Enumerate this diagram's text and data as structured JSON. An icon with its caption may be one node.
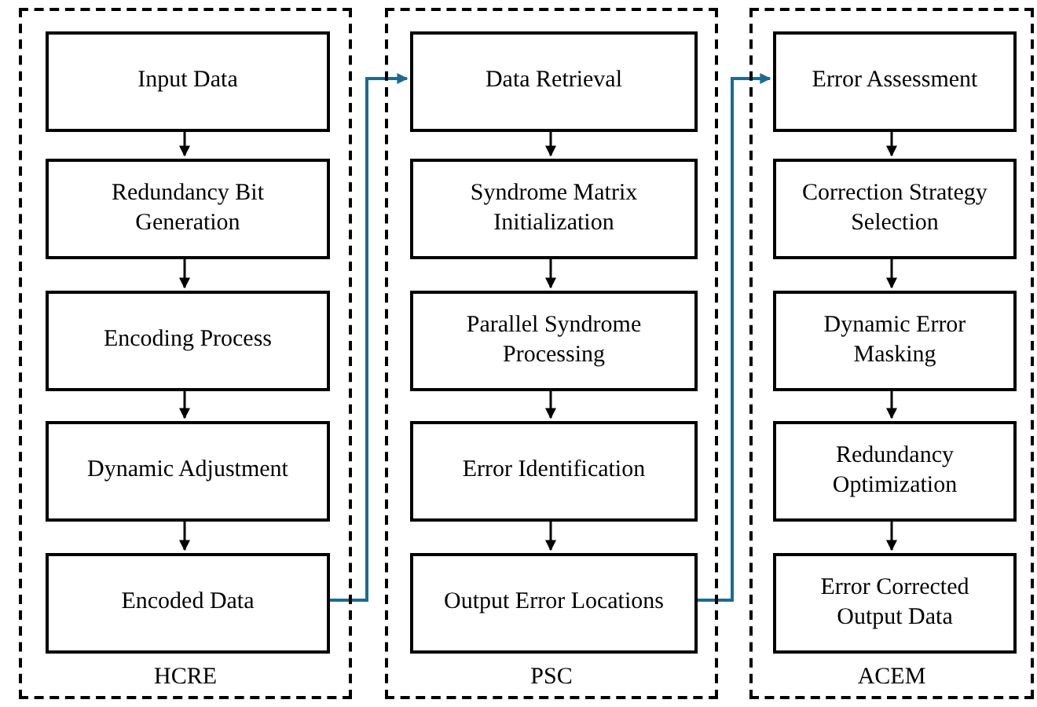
{
  "diagram": {
    "nodes": [
      {
        "text": [
          "HCRE"
        ]
      },
      {
        "text": [
          "Input Data"
        ],
        "in": 0
      },
      {
        "text": [
          "Redundancy Bit Generation"
        ],
        "in": 0
      },
      {
        "text": [
          "Encoding Process"
        ],
        "in": 0
      },
      {
        "text": [
          "Dynamic Adjustment"
        ],
        "in": 0
      },
      {
        "text": [
          "Encoded Data"
        ],
        "in": 0
      },
      {
        "text": [
          "PSC"
        ]
      },
      {
        "text": [
          "Data Retrieval"
        ],
        "in": 6
      },
      {
        "text": [
          "Syndrome Matrix Initialization"
        ],
        "in": 6
      },
      {
        "text": [
          "Parallel Syndrome Processing"
        ],
        "in": 6
      },
      {
        "text": [
          "Error Identification"
        ],
        "in": 6
      },
      {
        "text": [
          "Output Error Locations"
        ],
        "in": 6
      },
      {
        "text": [
          "ACEM"
        ]
      },
      {
        "text": [
          "Error Assessment"
        ],
        "in": 12
      },
      {
        "text": [
          "Correction Strategy Selection"
        ],
        "in": 12
      },
      {
        "text": [
          "Dynamic Error Masking"
        ],
        "in": 12
      },
      {
        "text": [
          "Redundancy Optimization"
        ],
        "in": 12
      },
      {
        "text": [
          "Error Corrected Output Data"
        ],
        "in": 12
      }
    ],
    "edges": [
      {
        "from": 1,
        "to": 2,
        "arrow": "to"
      },
      {
        "from": 2,
        "to": 3,
        "arrow": "to"
      },
      {
        "from": 3,
        "to": 4,
        "arrow": "to"
      },
      {
        "from": 4,
        "to": 5,
        "arrow": "to"
      },
      {
        "from": 5,
        "to": 7,
        "arrow": "to",
        "color": "#1f6a8f"
      },
      {
        "from": 7,
        "to": 8,
        "arrow": "to"
      },
      {
        "from": 8,
        "to": 9,
        "arrow": "to"
      },
      {
        "from": 9,
        "to": 10,
        "arrow": "to"
      },
      {
        "from": 10,
        "to": 11,
        "arrow": "to"
      },
      {
        "from": 11,
        "to": 13,
        "arrow": "to",
        "color": "#1f6a8f"
      },
      {
        "from": 13,
        "to": 14,
        "arrow": "to"
      },
      {
        "from": 14,
        "to": 15,
        "arrow": "to"
      },
      {
        "from": 15,
        "to": 16,
        "arrow": "to"
      },
      {
        "from": 16,
        "to": 17,
        "arrow": "to"
      }
    ]
  }
}
